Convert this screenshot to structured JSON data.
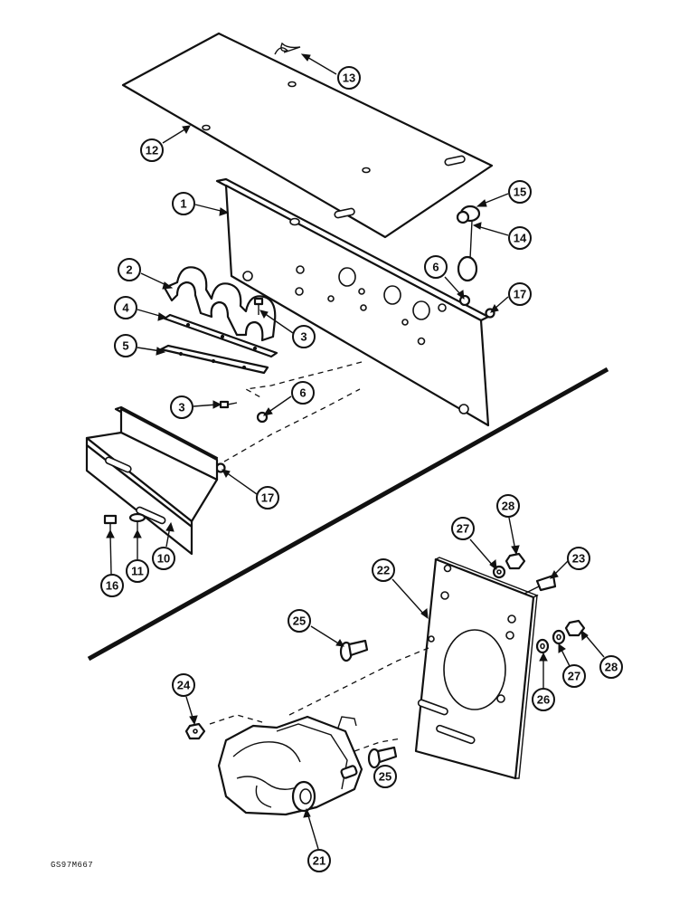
{
  "figure_code": "GS97M667",
  "callouts": [
    {
      "id": "c13",
      "label": "13"
    },
    {
      "id": "c12",
      "label": "12"
    },
    {
      "id": "c1",
      "label": "1"
    },
    {
      "id": "c15",
      "label": "15"
    },
    {
      "id": "c14",
      "label": "14"
    },
    {
      "id": "c2",
      "label": "2"
    },
    {
      "id": "c6a",
      "label": "6"
    },
    {
      "id": "c17a",
      "label": "17"
    },
    {
      "id": "c4",
      "label": "4"
    },
    {
      "id": "c3a",
      "label": "3"
    },
    {
      "id": "c5",
      "label": "5"
    },
    {
      "id": "c3b",
      "label": "3"
    },
    {
      "id": "c6b",
      "label": "6"
    },
    {
      "id": "c17b",
      "label": "17"
    },
    {
      "id": "c16",
      "label": "16"
    },
    {
      "id": "c11",
      "label": "11"
    },
    {
      "id": "c10",
      "label": "10"
    },
    {
      "id": "c28a",
      "label": "28"
    },
    {
      "id": "c27a",
      "label": "27"
    },
    {
      "id": "c22",
      "label": "22"
    },
    {
      "id": "c23",
      "label": "23"
    },
    {
      "id": "c25a",
      "label": "25"
    },
    {
      "id": "c24",
      "label": "24"
    },
    {
      "id": "c26",
      "label": "26"
    },
    {
      "id": "c27b",
      "label": "27"
    },
    {
      "id": "c28b",
      "label": "28"
    },
    {
      "id": "c25b",
      "label": "25"
    },
    {
      "id": "c21",
      "label": "21"
    }
  ]
}
